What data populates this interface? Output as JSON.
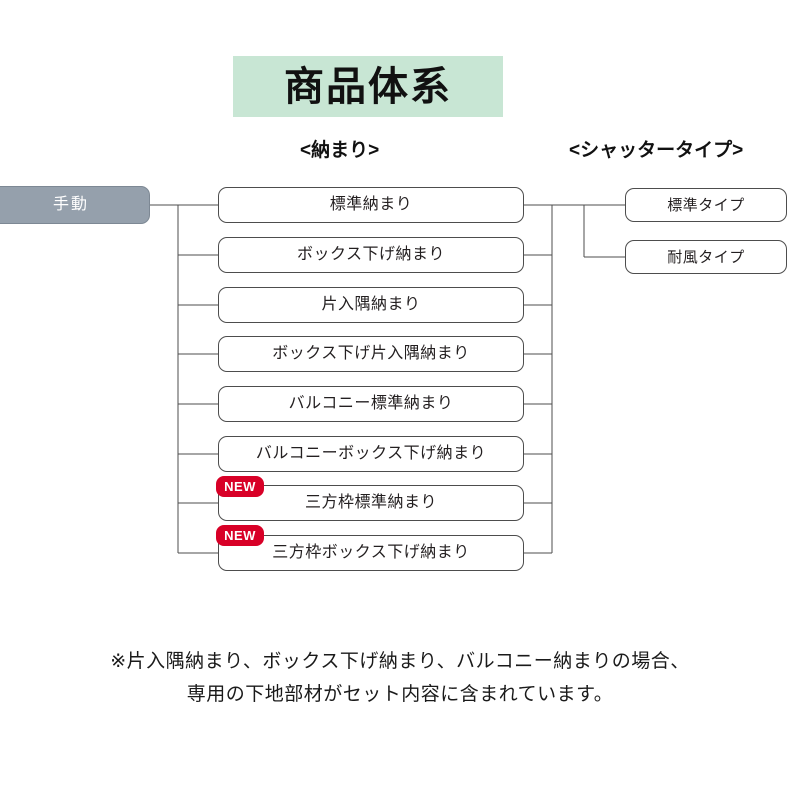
{
  "title": {
    "text": "商品体系",
    "background_color": "#c8e6d4"
  },
  "headers": {
    "left_column": "<納まり>",
    "right_column": "<シャッタータイプ>"
  },
  "root": {
    "label": "手動",
    "background_color": "#95a0ac",
    "text_color": "#ffffff"
  },
  "badge": {
    "label": "NEW",
    "color": "#d80027"
  },
  "osamari_nodes": [
    {
      "label": "標準納まり",
      "new": false
    },
    {
      "label": "ボックス下げ納まり",
      "new": false
    },
    {
      "label": "片入隅納まり",
      "new": false
    },
    {
      "label": "ボックス下げ片入隅納まり",
      "new": false
    },
    {
      "label": "バルコニー標準納まり",
      "new": false
    },
    {
      "label": "バルコニーボックス下げ納まり",
      "new": false
    },
    {
      "label": "三方枠標準納まり",
      "new": true
    },
    {
      "label": "三方枠ボックス下げ納まり",
      "new": true
    }
  ],
  "shutter_type_nodes": [
    {
      "label": "標準タイプ"
    },
    {
      "label": "耐風タイプ"
    }
  ],
  "footer_note": {
    "line1": "※片入隅納まり、ボックス下げ納まり、バルコニー納まりの場合、",
    "line2": "専用の下地部材がセット内容に含まれています。"
  }
}
